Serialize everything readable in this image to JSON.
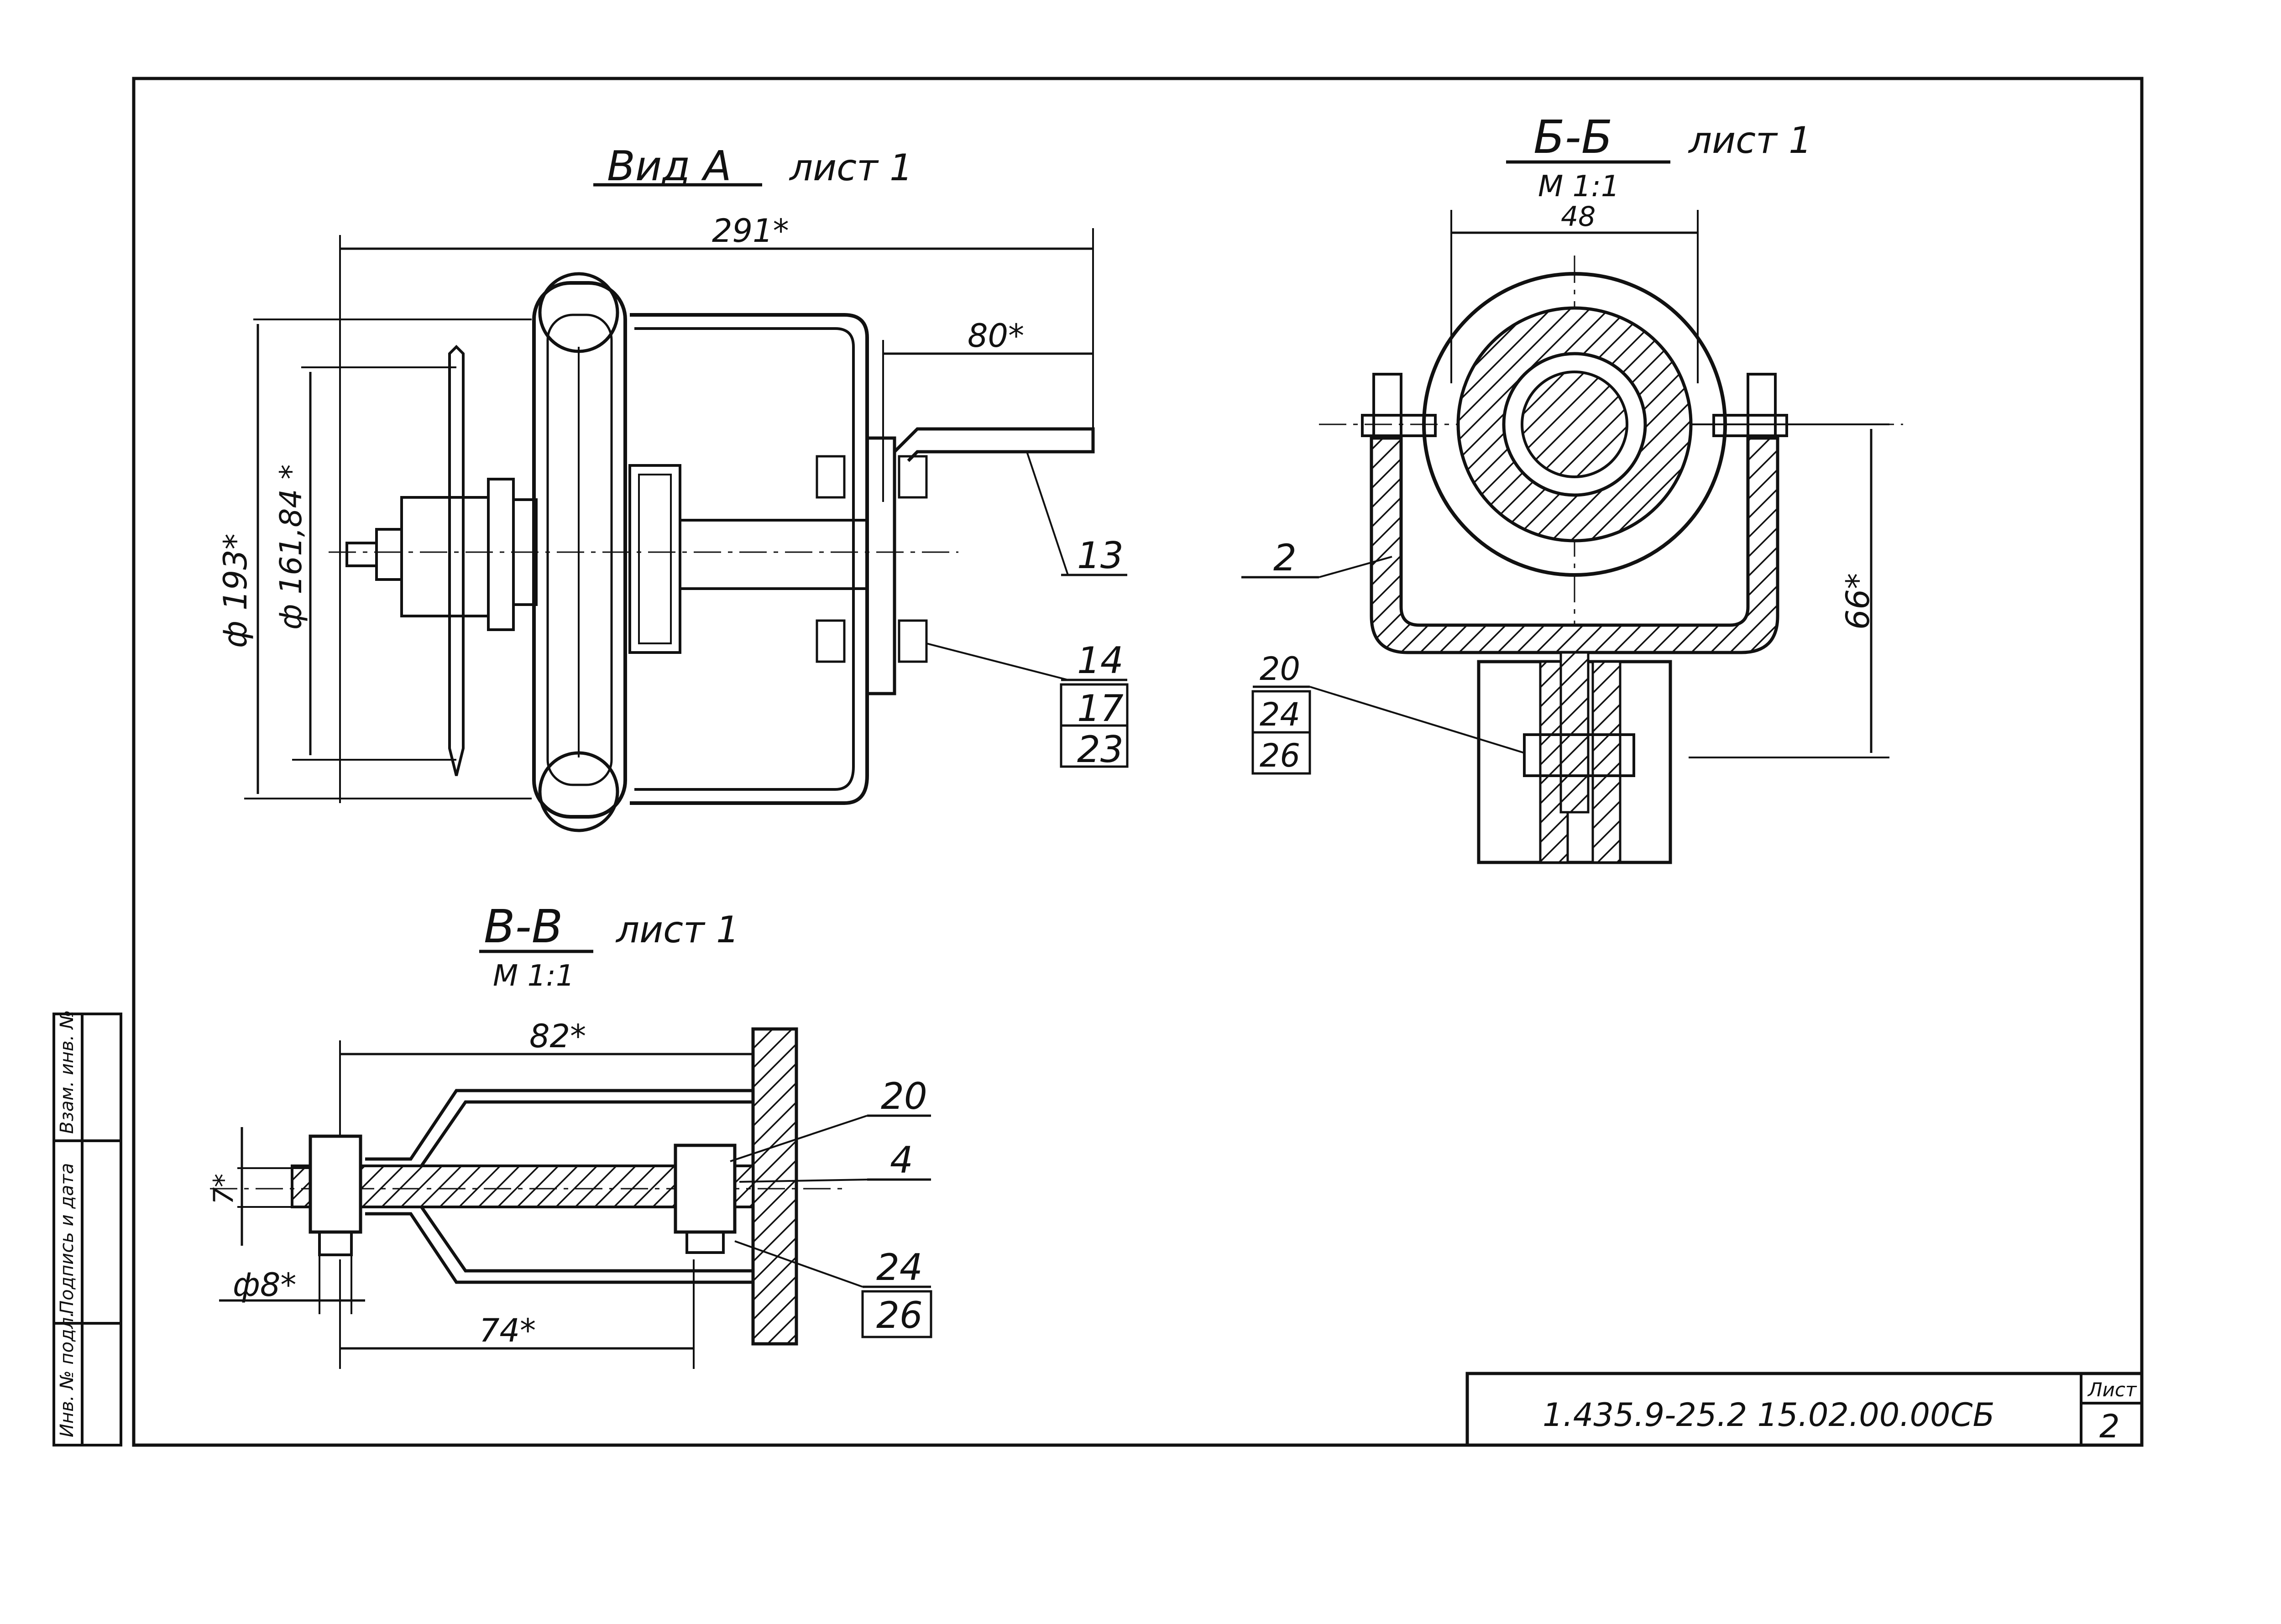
{
  "views": {
    "view_a": {
      "title": "Вид А",
      "sheet_ref": "лист 1"
    },
    "section_bb": {
      "title": "Б-Б",
      "sheet_ref": "лист 1",
      "scale": "М 1:1"
    },
    "section_vv": {
      "title": "В-В",
      "sheet_ref": "лист 1",
      "scale": "М 1:1"
    }
  },
  "dimensions": {
    "view_a": [
      "291*",
      "80*",
      "ф 193*",
      "ф 161,84 *"
    ],
    "section_bb": [
      "48",
      "66*"
    ],
    "section_vv": [
      "82*",
      "7*",
      "ф8*",
      "74*"
    ]
  },
  "callouts": {
    "view_a": [
      "13",
      "14",
      "17",
      "23"
    ],
    "section_bb": [
      "2",
      "20",
      "24",
      "26"
    ],
    "section_vv": [
      "20",
      "4",
      "24",
      "26"
    ]
  },
  "side_stamp": [
    "Инв. № подл.",
    "Подпись и дата",
    "Взам. инв. №"
  ],
  "title_block": {
    "designation": "1.435.9-25.2     15.02.00.00СБ",
    "sheet_label": "Лист",
    "sheet_number": "2"
  }
}
